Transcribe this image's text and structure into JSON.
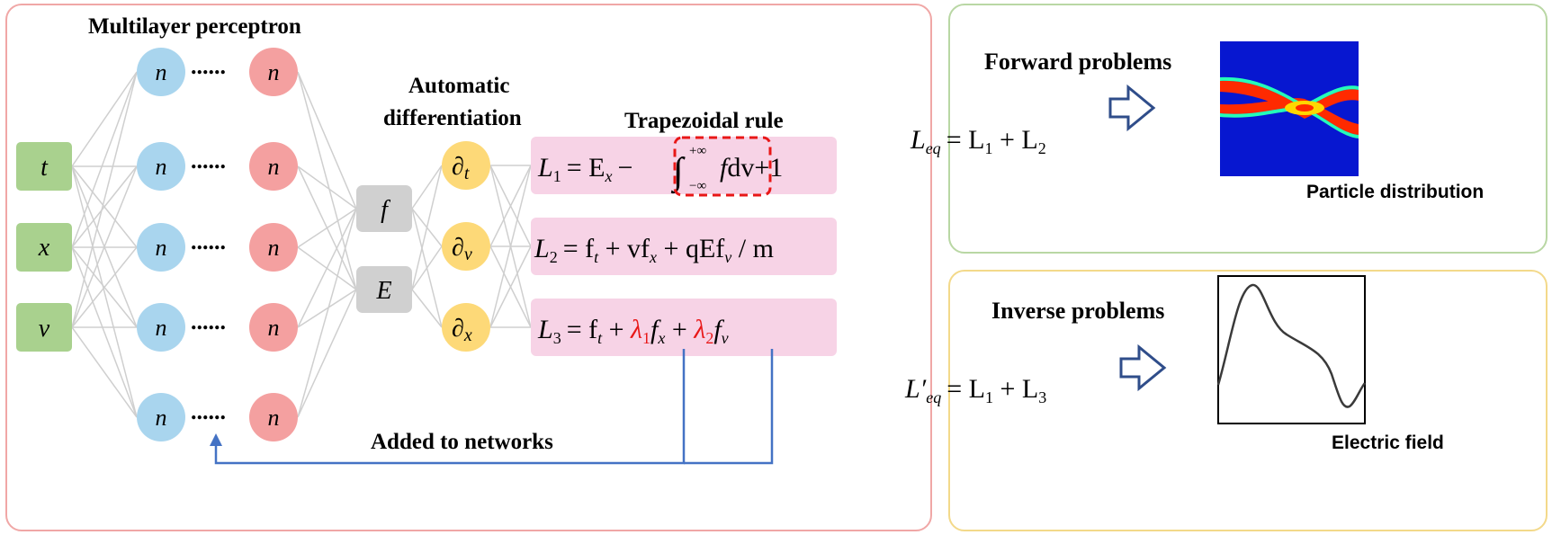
{
  "titles": {
    "mlp": "Multilayer perceptron",
    "autodiff_line1": "Automatic",
    "autodiff_line2": "differentiation",
    "trapezoid": "Trapezoidal rule",
    "added": "Added to networks",
    "forward": "Forward problems",
    "inverse": "Inverse problems",
    "particle": "Particle distribution",
    "efield": "Electric field"
  },
  "inputs": [
    "t",
    "x",
    "v"
  ],
  "hidden_node_label": "n",
  "dots": "......",
  "outputs": [
    "f",
    "E"
  ],
  "derivatives": [
    {
      "symbol": "∂",
      "sub": "t"
    },
    {
      "symbol": "∂",
      "sub": "v"
    },
    {
      "symbol": "∂",
      "sub": "x"
    }
  ],
  "equations": {
    "L1": {
      "lhs": "L",
      "sub": "1",
      "rhs_a": "= E",
      "rhs_a_sub": "x",
      "minus": "−",
      "integrand": "f",
      "dv": "dv",
      "tail": "+1",
      "upper": "+∞",
      "lower": "−∞"
    },
    "L2": {
      "lhs": "L",
      "sub": "2",
      "body": "= f",
      "ft": "t",
      "p1": " + vf",
      "fx": "x",
      "p2": " + qEf",
      "fv": "v",
      "p3": " / m"
    },
    "L3": {
      "lhs": "L",
      "sub": "3",
      "body": "= f",
      "ft": "t",
      "p1": " + ",
      "lam1": "λ",
      "lam1_sub": "1",
      "fx_pre": "f",
      "fx": "x",
      "p2": " + ",
      "lam2": "λ",
      "lam2_sub": "2",
      "fv_pre": "f",
      "fv": "v"
    },
    "Leq": {
      "lhs": "L",
      "sub": "eq",
      "rhs": "= L",
      "r1": "1",
      "plus": " + L",
      "r2": "2"
    },
    "Leq_prime": {
      "lhs": "L′",
      "sub": "eq",
      "rhs": "= L",
      "r1": "1",
      "plus": " + L",
      "r2": "3"
    }
  },
  "colors": {
    "input_box": "#a9d18e",
    "hidden_blue": "#a9d5ee",
    "hidden_red": "#f4a0a0",
    "output_gray": "#d0d0d0",
    "deriv_yellow": "#fdd978",
    "equation_bg": "#f7d3e6",
    "lambda_red": "#e81717",
    "arrow_blue": "#4472c4",
    "line_gray": "#c8c8c8",
    "dashed_red": "#e81717"
  }
}
